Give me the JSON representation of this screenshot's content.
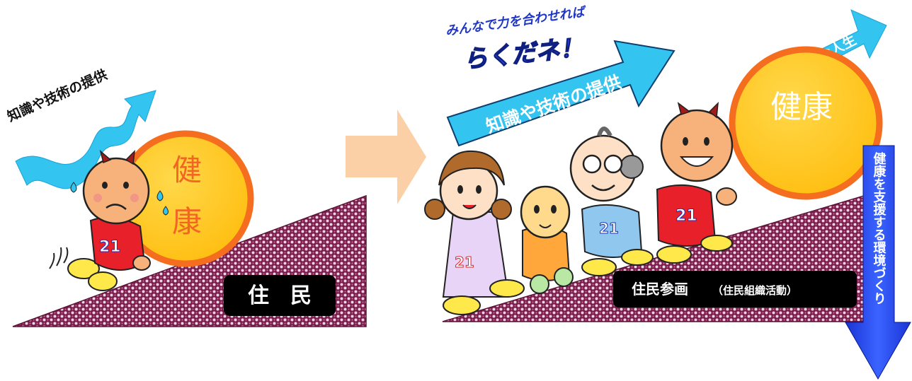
{
  "left_panel": {
    "arrow_label": "知識や技術の提供",
    "ball_label_1": "健",
    "ball_label_2": "康",
    "box_label": "住　民",
    "character_badge": "21"
  },
  "transition_arrow": "arrow-right",
  "right_panel": {
    "slogan_top": "みんなで力を合わせれば",
    "slogan_bottom": "らくだネ！",
    "arrow_label": "知識や技術の提供",
    "top_arrow_label": "豊かな人生",
    "ball_label": "健康",
    "down_arrow_label": "健康を支援する環境づくり",
    "box_label_main": "住民参画",
    "box_label_sub": "（住民組織活動）",
    "badges": [
      "21",
      "21",
      "21"
    ]
  },
  "colors": {
    "sky_arrow": "#33c4f0",
    "ball_fill": "#ffc51c",
    "ball_ring": "#f56d1e",
    "slope_pattern": "#8b2356",
    "peach_arrow": "#fcd0a6",
    "down_arrow": "#1f3ff0",
    "box": "#000000"
  }
}
